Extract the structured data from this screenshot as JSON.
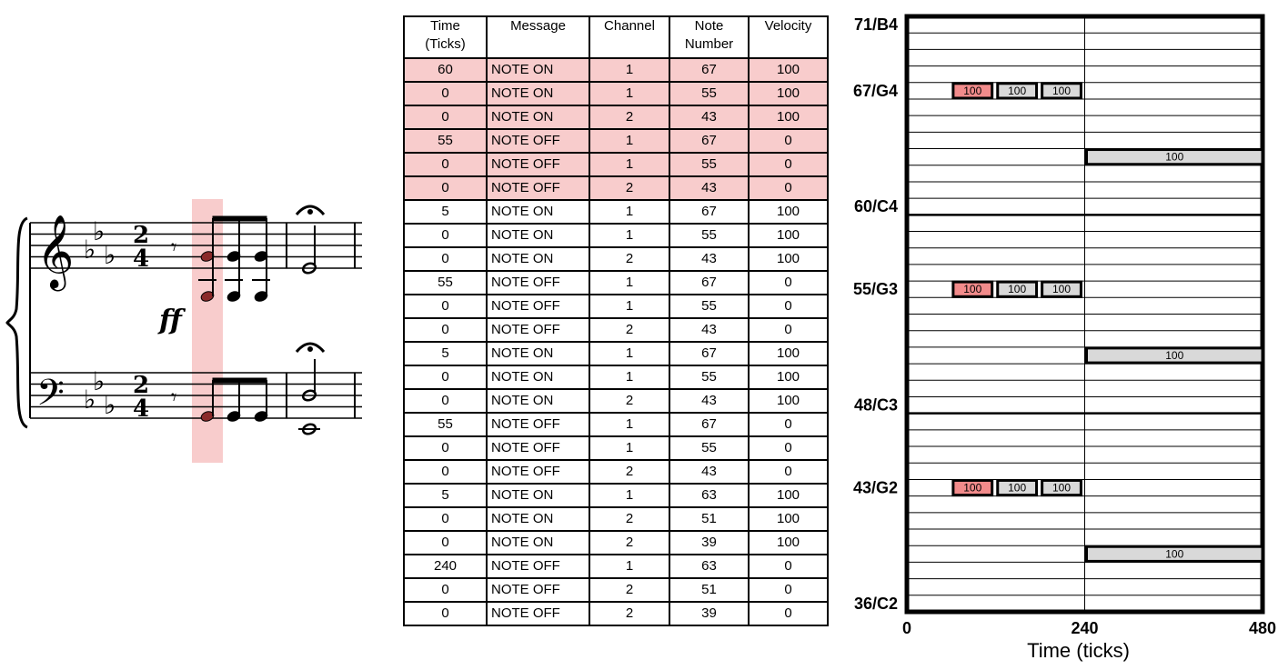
{
  "table": {
    "headers": [
      "Time\n(Ticks)",
      "Message",
      "Channel",
      "Note\nNumber",
      "Velocity"
    ],
    "rows": [
      [
        "60",
        "NOTE ON",
        "1",
        "67",
        "100"
      ],
      [
        "0",
        "NOTE ON",
        "1",
        "55",
        "100"
      ],
      [
        "0",
        "NOTE ON",
        "2",
        "43",
        "100"
      ],
      [
        "55",
        "NOTE OFF",
        "1",
        "67",
        "0"
      ],
      [
        "0",
        "NOTE OFF",
        "1",
        "55",
        "0"
      ],
      [
        "0",
        "NOTE OFF",
        "2",
        "43",
        "0"
      ],
      [
        "5",
        "NOTE ON",
        "1",
        "67",
        "100"
      ],
      [
        "0",
        "NOTE ON",
        "1",
        "55",
        "100"
      ],
      [
        "0",
        "NOTE ON",
        "2",
        "43",
        "100"
      ],
      [
        "55",
        "NOTE OFF",
        "1",
        "67",
        "0"
      ],
      [
        "0",
        "NOTE OFF",
        "1",
        "55",
        "0"
      ],
      [
        "0",
        "NOTE OFF",
        "2",
        "43",
        "0"
      ],
      [
        "5",
        "NOTE ON",
        "1",
        "67",
        "100"
      ],
      [
        "0",
        "NOTE ON",
        "1",
        "55",
        "100"
      ],
      [
        "0",
        "NOTE ON",
        "2",
        "43",
        "100"
      ],
      [
        "55",
        "NOTE OFF",
        "1",
        "67",
        "0"
      ],
      [
        "0",
        "NOTE OFF",
        "1",
        "55",
        "0"
      ],
      [
        "0",
        "NOTE OFF",
        "2",
        "43",
        "0"
      ],
      [
        "5",
        "NOTE ON",
        "1",
        "63",
        "100"
      ],
      [
        "0",
        "NOTE ON",
        "2",
        "51",
        "100"
      ],
      [
        "0",
        "NOTE ON",
        "2",
        "39",
        "100"
      ],
      [
        "240",
        "NOTE OFF",
        "1",
        "63",
        "0"
      ],
      [
        "0",
        "NOTE OFF",
        "2",
        "51",
        "0"
      ],
      [
        "0",
        "NOTE OFF",
        "2",
        "39",
        "0"
      ]
    ],
    "highlighted_rows": [
      0,
      1,
      2,
      3,
      4,
      5
    ],
    "highlight_color": "#f8cccc"
  },
  "score": {
    "dynamic": "ff",
    "time_signature": [
      "2",
      "4"
    ],
    "key": "three flats",
    "highlight_color": "#f8cccc"
  },
  "piano_roll": {
    "pitch_labels": [
      {
        "pitch": 71,
        "label": "71/B4"
      },
      {
        "pitch": 67,
        "label": "67/G4"
      },
      {
        "pitch": 60,
        "label": "60/C4"
      },
      {
        "pitch": 55,
        "label": "55/G3"
      },
      {
        "pitch": 48,
        "label": "48/C3"
      },
      {
        "pitch": 43,
        "label": "43/G2"
      },
      {
        "pitch": 36,
        "label": "36/C2"
      }
    ],
    "pitch_range": [
      36,
      71
    ],
    "time_range": [
      0,
      480
    ],
    "time_ticks": [
      0,
      240,
      480
    ],
    "time_label": "Time (ticks)",
    "notes": [
      {
        "pitch": 67,
        "start": 60,
        "end": 115,
        "velocity": "100",
        "highlight": true
      },
      {
        "pitch": 67,
        "start": 120,
        "end": 175,
        "velocity": "100",
        "highlight": false
      },
      {
        "pitch": 67,
        "start": 180,
        "end": 235,
        "velocity": "100",
        "highlight": false
      },
      {
        "pitch": 63,
        "start": 240,
        "end": 480,
        "velocity": "100",
        "highlight": false
      },
      {
        "pitch": 55,
        "start": 60,
        "end": 115,
        "velocity": "100",
        "highlight": true
      },
      {
        "pitch": 55,
        "start": 120,
        "end": 175,
        "velocity": "100",
        "highlight": false
      },
      {
        "pitch": 55,
        "start": 180,
        "end": 235,
        "velocity": "100",
        "highlight": false
      },
      {
        "pitch": 51,
        "start": 240,
        "end": 480,
        "velocity": "100",
        "highlight": false
      },
      {
        "pitch": 43,
        "start": 60,
        "end": 115,
        "velocity": "100",
        "highlight": true
      },
      {
        "pitch": 43,
        "start": 120,
        "end": 175,
        "velocity": "100",
        "highlight": false
      },
      {
        "pitch": 43,
        "start": 180,
        "end": 235,
        "velocity": "100",
        "highlight": false
      },
      {
        "pitch": 39,
        "start": 240,
        "end": 480,
        "velocity": "100",
        "highlight": false
      }
    ],
    "highlight_color": "#f28b8b",
    "note_color": "#d9d9d9"
  }
}
